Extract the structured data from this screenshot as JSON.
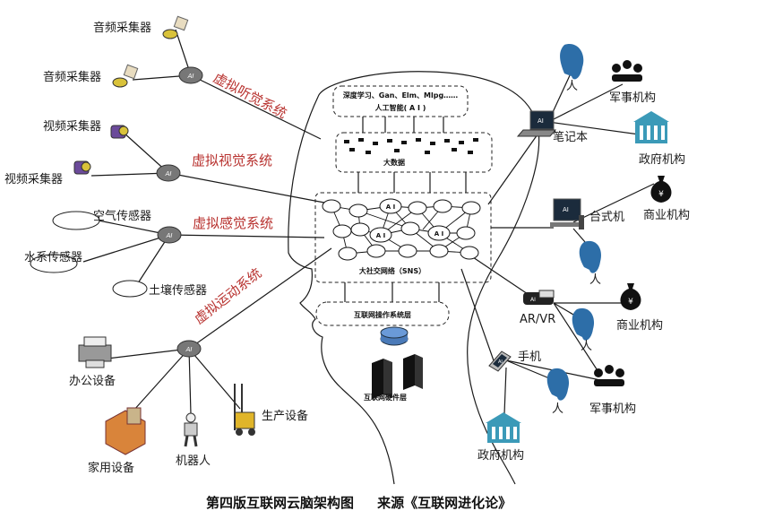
{
  "sensors": {
    "audio1": "音频采集器",
    "audio2": "音频采集器",
    "video1": "视频采集器",
    "video2": "视频采集器",
    "air": "空气传感器",
    "water": "水系传感器",
    "soil": "土壤传感器"
  },
  "systems": {
    "hearing": "虚拟听觉系统",
    "vision": "虚拟视觉系统",
    "sense": "虚拟感觉系统",
    "motion": "虚拟运动系统"
  },
  "hub_label": "AI",
  "devices": {
    "office": "办公设备",
    "home": "家用设备",
    "robot": "机器人",
    "production": "生产设备"
  },
  "brain": {
    "ai_box_line1": "深度学习、Gan、Elm、Mlpg……",
    "ai_box_line2": "人工智能( A I )",
    "bigdata": "大数据",
    "sns": "大社交网络（SNS）",
    "os": "互联网操作系统层",
    "hardware": "互联网硬件层",
    "node_ai": "A I"
  },
  "right": {
    "person": "人",
    "military": "军事机构",
    "laptop": "笔记本",
    "government": "政府机构",
    "desktop": "台式机",
    "business": "商业机构",
    "arvr": "AR/VR",
    "phone": "手机"
  },
  "caption": "第四版互联网云脑架构图     来源《互联网进化论》"
}
